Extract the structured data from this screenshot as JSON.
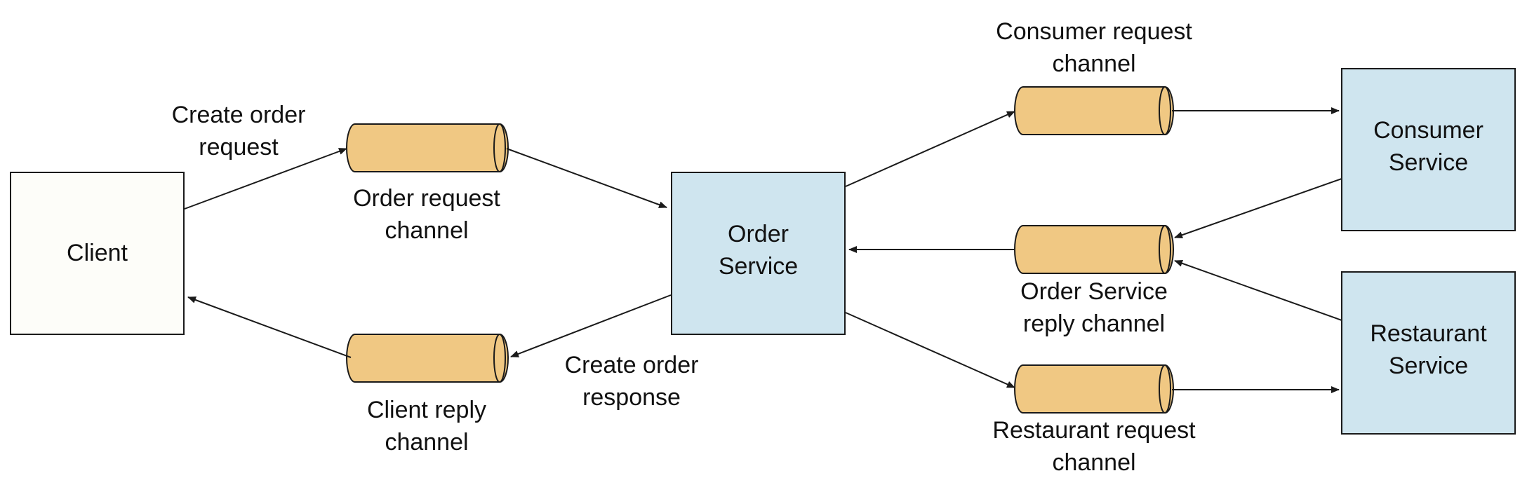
{
  "colors": {
    "background": "#ffffff",
    "service_fill": "#cfe5ef",
    "client_fill": "#fdfdf9",
    "channel_fill": "#f0c883",
    "stroke": "#1a1a1a"
  },
  "nodes": {
    "client": {
      "line1": "Client"
    },
    "order_service": {
      "line1": "Order",
      "line2": "Service"
    },
    "consumer_service": {
      "line1": "Consumer",
      "line2": "Service"
    },
    "restaurant_service": {
      "line1": "Restaurant",
      "line2": "Service"
    }
  },
  "channels": {
    "order_request": {
      "line1": "Order request",
      "line2": "channel"
    },
    "client_reply": {
      "line1": "Client reply",
      "line2": "channel"
    },
    "consumer_request": {
      "line1": "Consumer request",
      "line2": "channel"
    },
    "order_service_reply": {
      "line1": "Order Service",
      "line2": "reply channel"
    },
    "restaurant_request": {
      "line1": "Restaurant request",
      "line2": "channel"
    }
  },
  "edge_labels": {
    "create_order_request": {
      "line1": "Create order",
      "line2": "request"
    },
    "create_order_response": {
      "line1": "Create order",
      "line2": "response"
    }
  }
}
